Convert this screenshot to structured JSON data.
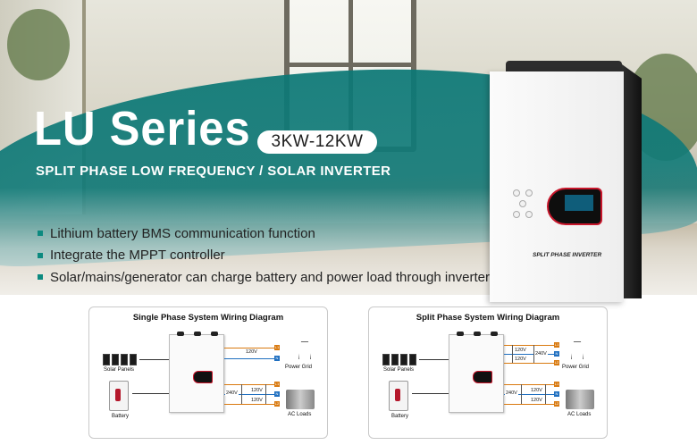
{
  "hero": {
    "title": "LU Series",
    "power_range": "3KW-12KW",
    "subtitle": "SPLIT PHASE LOW FREQUENCY / SOLAR INVERTER",
    "accent_color": "#0c7f7a"
  },
  "features": [
    "Lithium battery BMS communication function",
    "Integrate the MPPT controller",
    "Solar/mains/generator can charge battery and power load through inverter"
  ],
  "product": {
    "label": "SPLIT PHASE INVERTER"
  },
  "diagrams": [
    {
      "title": "Single Phase System Wiring Diagram",
      "labels": {
        "solar": "Solar Panels",
        "battery": "Battery",
        "grid": "Power Grid",
        "loads": "AC Loads"
      },
      "voltages": {
        "grid": "120V",
        "load_total": "240V",
        "load_a": "120V",
        "load_b": "120V"
      },
      "terminals": [
        "L1",
        "N",
        "L1",
        "N",
        "L2"
      ]
    },
    {
      "title": "Split Phase System Wiring Diagram",
      "labels": {
        "solar": "Solar Panels",
        "battery": "Battery",
        "grid": "Power Grid",
        "loads": "AC Loads"
      },
      "voltages": {
        "grid_a": "120V",
        "grid_total": "240V",
        "grid_b": "120V",
        "load_total": "240V",
        "load_a": "120V",
        "load_b": "120V"
      },
      "terminals": [
        "L1",
        "N",
        "L2",
        "L1",
        "N",
        "L2"
      ]
    }
  ]
}
